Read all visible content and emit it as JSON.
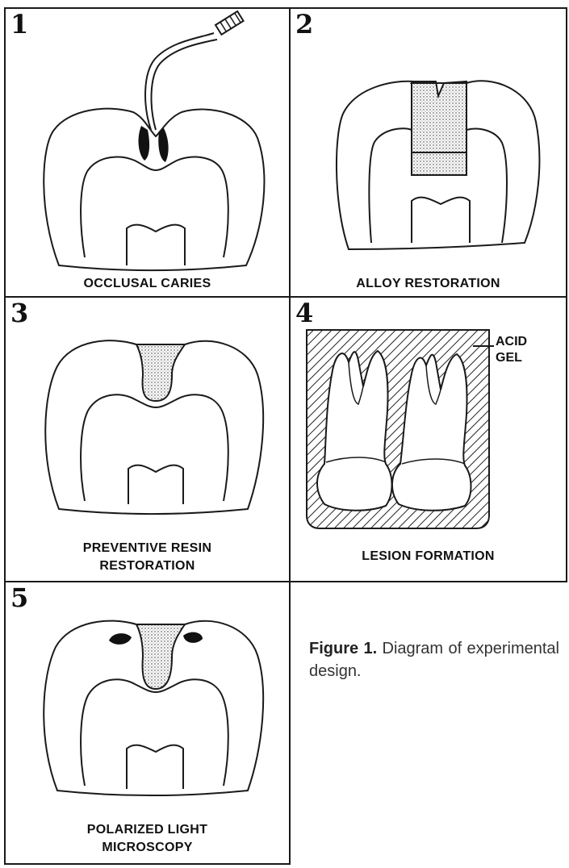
{
  "panels": [
    {
      "number": "1",
      "caption": "OCCLUSAL CARIES"
    },
    {
      "number": "2",
      "caption": "ALLOY RESTORATION"
    },
    {
      "number": "3",
      "caption_lines": [
        "PREVENTIVE RESIN",
        "RESTORATION"
      ]
    },
    {
      "number": "4",
      "caption": "LESION FORMATION",
      "label_lines": [
        "ACID",
        "GEL"
      ]
    },
    {
      "number": "5",
      "caption_lines": [
        "POLARIZED LIGHT",
        "MICROSCOPY"
      ]
    }
  ],
  "figure_caption": {
    "label": "Figure 1.",
    "text": "Diagram of experimental design."
  }
}
